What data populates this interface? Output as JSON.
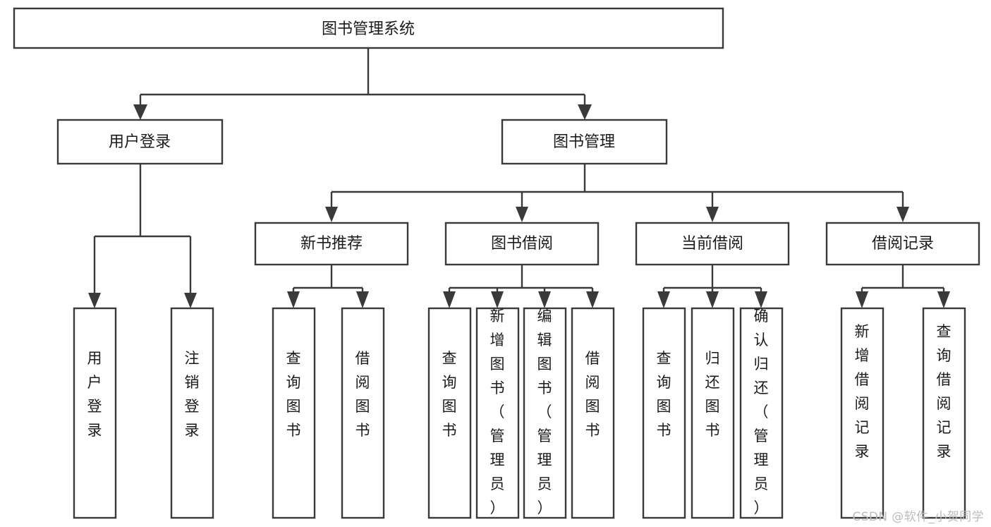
{
  "diagram": {
    "type": "tree-hierarchy-chart",
    "title": "图书管理系统",
    "watermark": "CSDN @软件_小贺同学",
    "colors": {
      "box_stroke": "#3a3a3a",
      "box_fill": "#ffffff",
      "text": "#1b1b1b",
      "watermark": "#bcbcbc",
      "background": "#ffffff"
    },
    "levels": {
      "level1": [
        {
          "id": "root",
          "label": "图书管理系统"
        }
      ],
      "level2": [
        {
          "id": "login",
          "label": "用户登录",
          "parent": "root"
        },
        {
          "id": "bookmgmt",
          "label": "图书管理",
          "parent": "root"
        }
      ],
      "level3": [
        {
          "id": "newbook",
          "label": "新书推荐",
          "parent": "bookmgmt"
        },
        {
          "id": "borrow",
          "label": "图书借阅",
          "parent": "bookmgmt"
        },
        {
          "id": "current",
          "label": "当前借阅",
          "parent": "bookmgmt"
        },
        {
          "id": "record",
          "label": "借阅记录",
          "parent": "bookmgmt"
        }
      ],
      "leaves": [
        {
          "id": "leaf1",
          "label": "用户登录",
          "parent": "login"
        },
        {
          "id": "leaf2",
          "label": "注销登录",
          "parent": "login"
        },
        {
          "id": "leaf3",
          "label": "查询图书",
          "parent": "newbook"
        },
        {
          "id": "leaf4",
          "label": "借阅图书",
          "parent": "newbook"
        },
        {
          "id": "leaf5",
          "label": "查询图书",
          "parent": "borrow"
        },
        {
          "id": "leaf6",
          "label": "新增图书（管理员）",
          "parent": "borrow"
        },
        {
          "id": "leaf7",
          "label": "编辑图书（管理员）",
          "parent": "borrow"
        },
        {
          "id": "leaf8",
          "label": "借阅图书",
          "parent": "borrow"
        },
        {
          "id": "leaf9",
          "label": "查询图书",
          "parent": "current"
        },
        {
          "id": "leaf10",
          "label": "归还图书",
          "parent": "current"
        },
        {
          "id": "leaf11",
          "label": "确认归还（管理员）",
          "parent": "current"
        },
        {
          "id": "leaf12",
          "label": "新增借阅记录",
          "parent": "record"
        },
        {
          "id": "leaf13",
          "label": "查询借阅记录",
          "parent": "record"
        }
      ]
    }
  }
}
